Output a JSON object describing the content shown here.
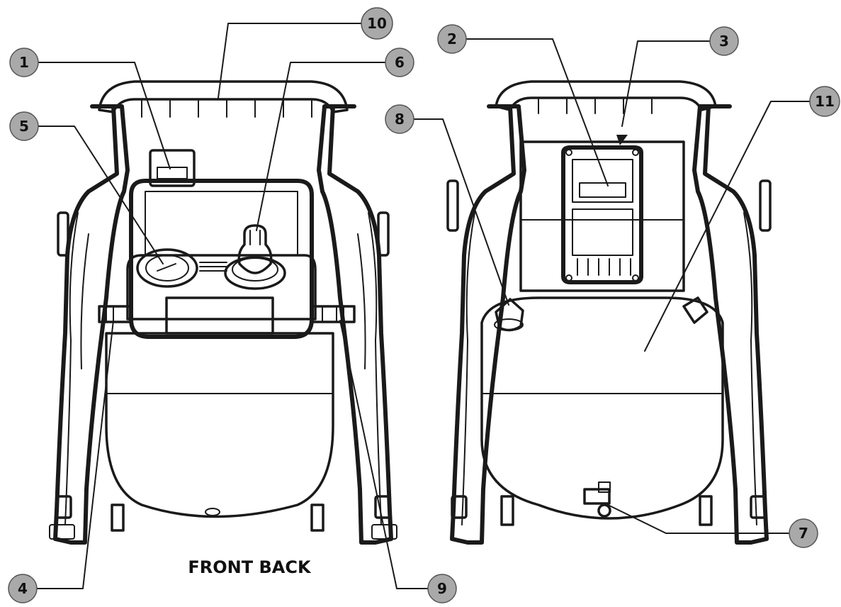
{
  "caption": "FRONT BACK",
  "callouts": [
    {
      "number": "1"
    },
    {
      "number": "2"
    },
    {
      "number": "3"
    },
    {
      "number": "4"
    },
    {
      "number": "5"
    },
    {
      "number": "6"
    },
    {
      "number": "7"
    },
    {
      "number": "8"
    },
    {
      "number": "9"
    },
    {
      "number": "10"
    },
    {
      "number": "11"
    }
  ],
  "colors": {
    "ink": "#1a1a1a",
    "callout_fill": "#a9a9a9",
    "tank_shade": "#bdbdbd",
    "handle_shade": "#a0a0a0",
    "gauge_face": "#c4c4c4"
  }
}
